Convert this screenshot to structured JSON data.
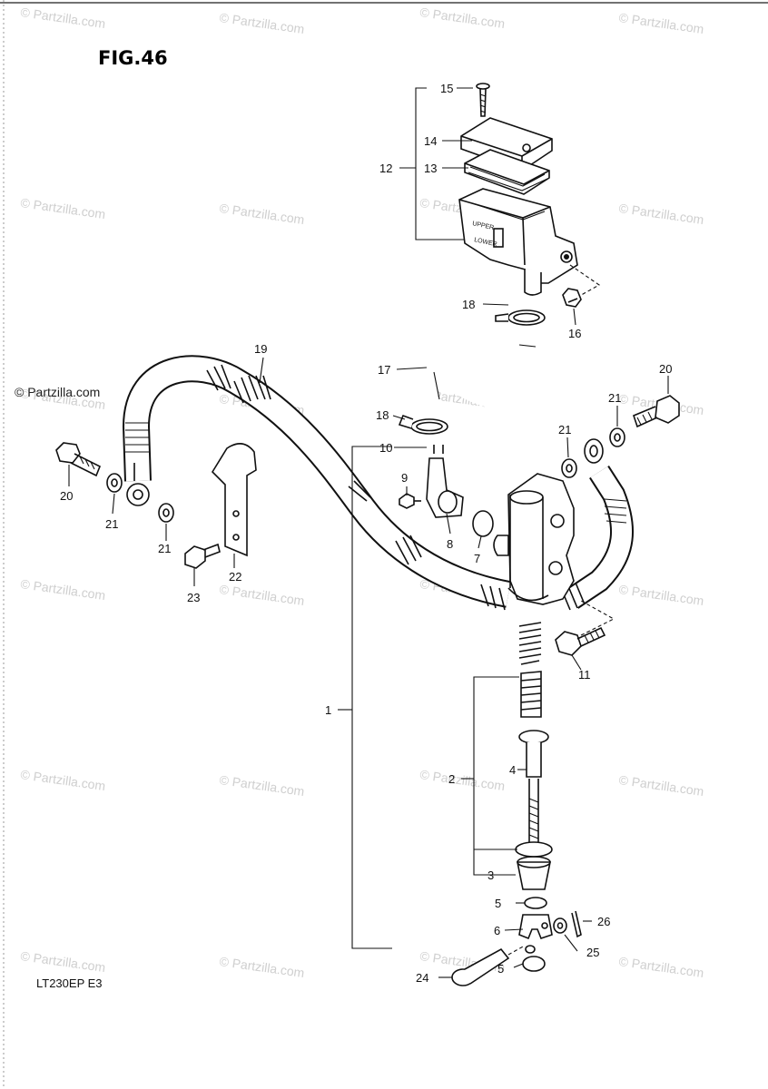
{
  "figure": {
    "title": "FIG.46",
    "model": "LT230EP  E3"
  },
  "watermark": {
    "text": "© Partzilla.com",
    "symbol": "©",
    "label": "Partzilla.com"
  },
  "callouts": [
    {
      "id": "c1",
      "label": "1"
    },
    {
      "id": "c2",
      "label": "2"
    },
    {
      "id": "c3",
      "label": "3"
    },
    {
      "id": "c4",
      "label": "4"
    },
    {
      "id": "c5a",
      "label": "5"
    },
    {
      "id": "c5b",
      "label": "5"
    },
    {
      "id": "c6",
      "label": "6"
    },
    {
      "id": "c7",
      "label": "7"
    },
    {
      "id": "c8",
      "label": "8"
    },
    {
      "id": "c9",
      "label": "9"
    },
    {
      "id": "c10",
      "label": "10"
    },
    {
      "id": "c11",
      "label": "11"
    },
    {
      "id": "c12",
      "label": "12"
    },
    {
      "id": "c13",
      "label": "13"
    },
    {
      "id": "c14",
      "label": "14"
    },
    {
      "id": "c15",
      "label": "15"
    },
    {
      "id": "c16",
      "label": "16"
    },
    {
      "id": "c17",
      "label": "17"
    },
    {
      "id": "c18a",
      "label": "18"
    },
    {
      "id": "c18b",
      "label": "18"
    },
    {
      "id": "c19",
      "label": "19"
    },
    {
      "id": "c20a",
      "label": "20"
    },
    {
      "id": "c20b",
      "label": "20"
    },
    {
      "id": "c21a",
      "label": "21"
    },
    {
      "id": "c21b",
      "label": "21"
    },
    {
      "id": "c21c",
      "label": "21"
    },
    {
      "id": "c21d",
      "label": "21"
    },
    {
      "id": "c22",
      "label": "22"
    },
    {
      "id": "c23",
      "label": "23"
    },
    {
      "id": "c24",
      "label": "24"
    },
    {
      "id": "c25",
      "label": "25"
    },
    {
      "id": "c26",
      "label": "26"
    }
  ],
  "reservoir_marks": {
    "upper": "UPPER",
    "lower": "LOWER"
  }
}
